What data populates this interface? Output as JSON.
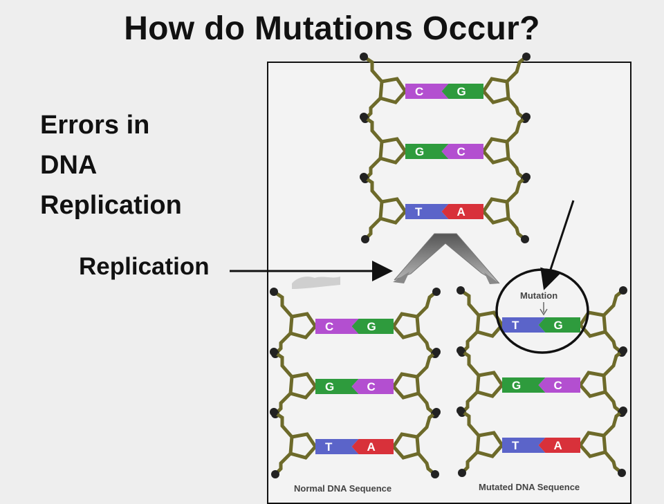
{
  "slide": {
    "title": "How do Mutations Occur?",
    "side_heading": [
      "Errors in",
      "DNA",
      "Replication"
    ],
    "replication_label": "Replication"
  },
  "figure": {
    "mutation_label": "Mutation",
    "normal_caption": "Normal DNA Sequence",
    "mutated_caption": "Mutated DNA Sequence",
    "original_strand": [
      {
        "left": "C",
        "right": "G"
      },
      {
        "left": "G",
        "right": "C"
      },
      {
        "left": "T",
        "right": "A"
      }
    ],
    "normal_strand": [
      {
        "left": "C",
        "right": "G"
      },
      {
        "left": "G",
        "right": "C"
      },
      {
        "left": "T",
        "right": "A"
      }
    ],
    "mutated_strand": [
      {
        "left": "T",
        "right": "G"
      },
      {
        "left": "G",
        "right": "C"
      },
      {
        "left": "T",
        "right": "A"
      }
    ]
  },
  "colors": {
    "C": "#b34fd0",
    "G": "#2e9b3d",
    "T": "#5b64c9",
    "A": "#d8313a",
    "backbone": "#6d6a2a"
  }
}
